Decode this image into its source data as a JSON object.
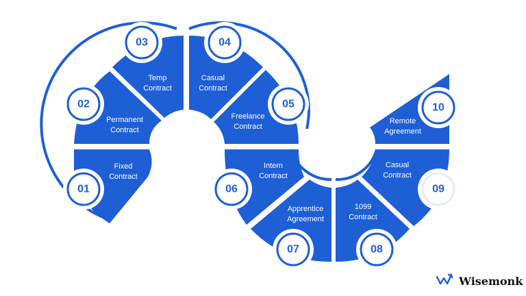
{
  "items": [
    {
      "number": "01",
      "line1": "Fixed",
      "line2": "Contract"
    },
    {
      "number": "02",
      "line1": "Permanent",
      "line2": "Contract"
    },
    {
      "number": "03",
      "line1": "Temp",
      "line2": "Contract"
    },
    {
      "number": "04",
      "line1": "Casual",
      "line2": "Contract"
    },
    {
      "number": "05",
      "line1": "Freelance",
      "line2": "Contract"
    },
    {
      "number": "06",
      "line1": "Intern",
      "line2": "Contract"
    },
    {
      "number": "07",
      "line1": "Apprentice",
      "line2": "Agreement"
    },
    {
      "number": "08",
      "line1": "1099",
      "line2": "Contract"
    },
    {
      "number": "09",
      "line1": "Casual",
      "line2": "Contract"
    },
    {
      "number": "10",
      "line1": "Remote",
      "line2": "Agreement"
    }
  ],
  "brand": {
    "name": "Wisemonk",
    "icon": "wisemonk-logo-icon"
  },
  "colors": {
    "primary": "#1e5fd6",
    "background": "#ffffff"
  }
}
